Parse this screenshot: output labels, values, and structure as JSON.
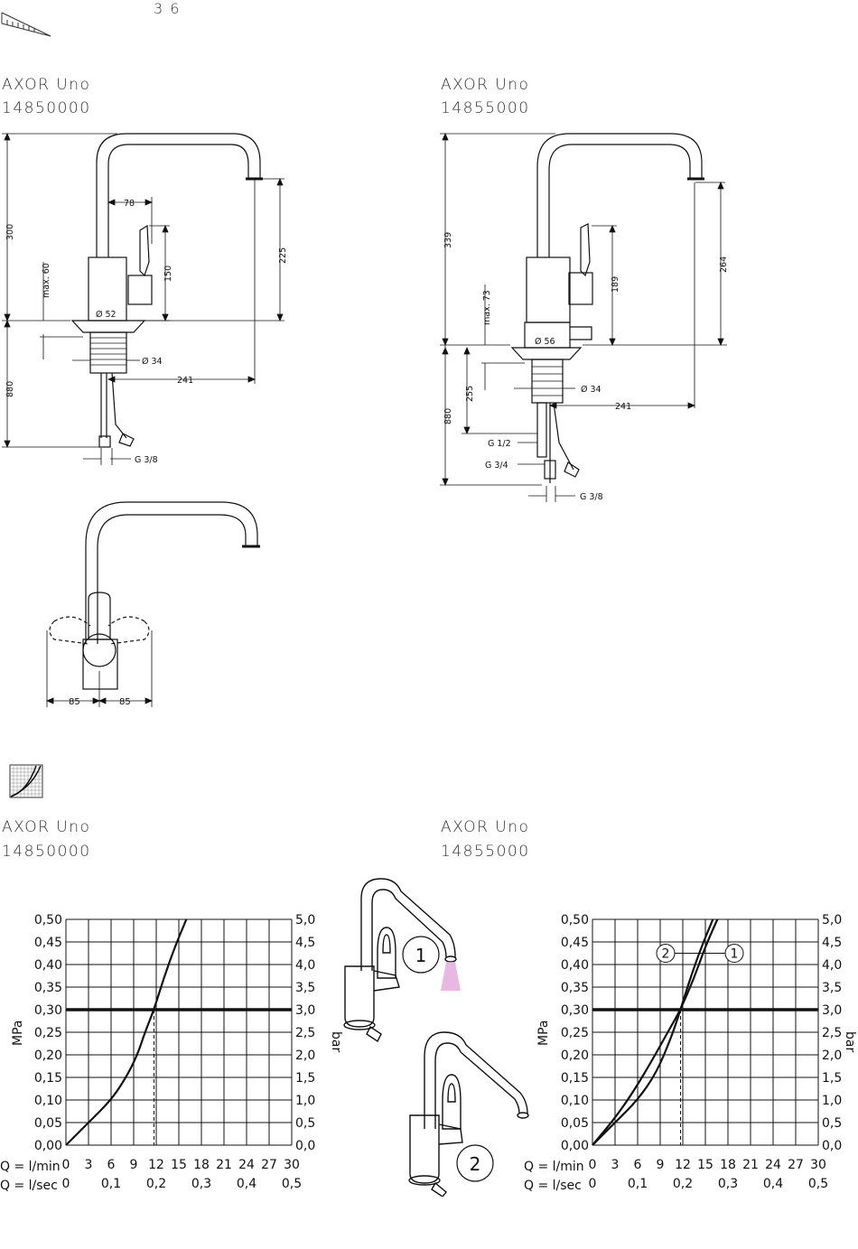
{
  "page_number": "3 6",
  "sections": [
    {
      "title": "AXOR Uno",
      "number": "14850000"
    },
    {
      "title": "AXOR Uno",
      "number": "14855000"
    },
    {
      "title": "AXOR Uno",
      "number": "14850000"
    },
    {
      "title": "AXOR Uno",
      "number": "14855000"
    }
  ],
  "drawing_a": {
    "labels": [
      "300",
      "max. 60",
      "78",
      "150",
      "225",
      "Ø 52",
      "Ø 34",
      "241",
      "880",
      "G 3/8"
    ]
  },
  "drawing_b": {
    "labels": [
      "339",
      "max. 73",
      "189",
      "264",
      "Ø 56",
      "255",
      "Ø 34",
      "241",
      "880",
      "G 1/2",
      "G 3/4",
      "G 3/8"
    ]
  },
  "drawing_c": {
    "labels": [
      "85",
      "85"
    ]
  },
  "callouts": [
    "1",
    "2"
  ],
  "chart_data": [
    {
      "type": "line",
      "ylabel_left": "MPa",
      "ylabel_right": "bar",
      "yticks_left": [
        "0,50",
        "0,45",
        "0,40",
        "0,35",
        "0,30",
        "0,25",
        "0,20",
        "0,15",
        "0,10",
        "0,05",
        "0,00"
      ],
      "yticks_right": [
        "5,0",
        "4,5",
        "4,0",
        "3,5",
        "3,0",
        "2,5",
        "2,0",
        "1,5",
        "1,0",
        "0,5",
        "0,0"
      ],
      "xlabel_q_min": "Q = l/min",
      "xlabel_q_sec": "Q = l/sec",
      "xticks_min": [
        "0",
        "3",
        "6",
        "9",
        "12",
        "15",
        "18",
        "21",
        "24",
        "27",
        "30"
      ],
      "xticks_sec": [
        "0",
        "0,1",
        "0,2",
        "0,3",
        "0,4",
        "0,5"
      ],
      "xlim": [
        0,
        30
      ],
      "ylim": [
        0,
        0.5
      ],
      "reference_line": {
        "y": 0.3,
        "x": 11.7
      },
      "series": [
        {
          "x": [
            0,
            3,
            6,
            8,
            9.5,
            10.5,
            11.7,
            13,
            14.5,
            16
          ],
          "y": [
            0,
            0.05,
            0.1,
            0.15,
            0.2,
            0.25,
            0.3,
            0.37,
            0.44,
            0.5
          ]
        }
      ]
    },
    {
      "type": "line",
      "ylabel_left": "MPa",
      "ylabel_right": "bar",
      "yticks_left": [
        "0,50",
        "0,45",
        "0,40",
        "0,35",
        "0,30",
        "0,25",
        "0,20",
        "0,15",
        "0,10",
        "0,05",
        "0,00"
      ],
      "yticks_right": [
        "5,0",
        "4,5",
        "4,0",
        "3,5",
        "3,0",
        "2,5",
        "2,0",
        "1,5",
        "1,0",
        "0,5",
        "0,0"
      ],
      "xlabel_q_min": "Q = l/min",
      "xlabel_q_sec": "Q = l/sec",
      "xticks_min": [
        "0",
        "3",
        "6",
        "9",
        "12",
        "15",
        "18",
        "21",
        "24",
        "27",
        "30"
      ],
      "xticks_sec": [
        "0",
        "0,1",
        "0,2",
        "0,3",
        "0,4",
        "0,5"
      ],
      "xlim": [
        0,
        30
      ],
      "ylim": [
        0,
        0.5
      ],
      "reference_line": {
        "y": 0.3,
        "x": 11.7
      },
      "series": [
        {
          "name": "1",
          "x": [
            0,
            3,
            6,
            8.5,
            10.5,
            11.7,
            13,
            14.5,
            16
          ],
          "y": [
            0,
            0.05,
            0.1,
            0.16,
            0.24,
            0.3,
            0.37,
            0.44,
            0.5
          ]
        },
        {
          "name": "2",
          "x": [
            0,
            3,
            5.5,
            8,
            10,
            11.7,
            13.5,
            15,
            16.6
          ],
          "y": [
            0,
            0.06,
            0.12,
            0.19,
            0.25,
            0.3,
            0.37,
            0.44,
            0.5
          ]
        }
      ]
    }
  ]
}
